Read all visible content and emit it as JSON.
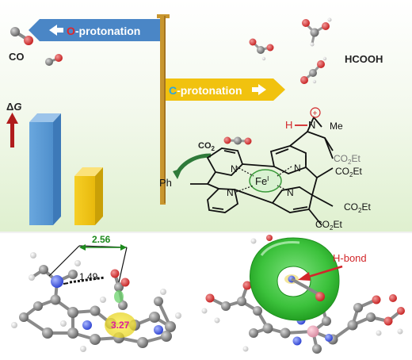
{
  "top_panel": {
    "o_arrow": {
      "letter": "O",
      "rest": "-protonation"
    },
    "c_arrow": {
      "letter": "C",
      "rest": "-protonation"
    },
    "co_label": "CO",
    "hcooh_label": "HCOOH",
    "delta_g": {
      "delta": "Δ",
      "g": "G"
    },
    "co2_label": "CO",
    "co2_sub": "2",
    "molecule": {
      "ph": "Ph",
      "me": "Me",
      "h": "H",
      "n_plus": "N",
      "plus": "+",
      "n_atoms": [
        "N",
        "N",
        "N",
        "N"
      ],
      "fe": "Fe",
      "fe_ox": "I",
      "co2et": [
        "CO",
        "CO",
        "CO",
        "CO"
      ],
      "co2et_sub": "2",
      "co2et_tail": "Et"
    },
    "bar_colors": {
      "o_bar": "#5b9bd5",
      "c_bar": "#f2c318"
    }
  },
  "bottom_panel": {
    "distance_green": "2.56",
    "distance_black": "1.49",
    "distance_pink": "3.27",
    "hbond_label": "H-bond"
  },
  "colors": {
    "o_arrow": "#4a86c6",
    "c_arrow": "#f1c20f",
    "o_letter": "#e0262a",
    "c_letter": "#2aa6de",
    "red_arrow": "#b01c1c",
    "wall": "#c8962e",
    "green_mesh": "#3ccc3c"
  }
}
